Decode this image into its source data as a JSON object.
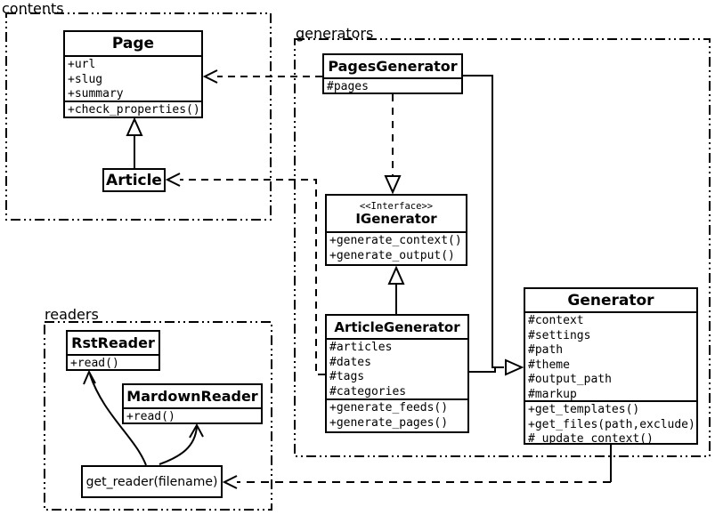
{
  "packages": {
    "contents": {
      "label": "contents"
    },
    "generators": {
      "label": "generators"
    },
    "readers": {
      "label": "readers"
    }
  },
  "classes": {
    "page": {
      "title": "Page",
      "attrs": [
        "+url",
        "+slug",
        "+summary"
      ],
      "methods": [
        "+check_properties()"
      ]
    },
    "article": {
      "title": "Article"
    },
    "pages_generator": {
      "title": "PagesGenerator",
      "attrs": [
        "#pages"
      ]
    },
    "igenerator": {
      "stereotype": "<<Interface>>",
      "title": "IGenerator",
      "methods": [
        "+generate_context()",
        "+generate_output()"
      ]
    },
    "article_generator": {
      "title": "ArticleGenerator",
      "attrs": [
        "#articles",
        "#dates",
        "#tags",
        "#categories"
      ],
      "methods": [
        "+generate_feeds()",
        "+generate_pages()"
      ]
    },
    "generator": {
      "title": "Generator",
      "attrs": [
        "#context",
        "#settings",
        "#path",
        "#theme",
        "#output_path",
        "#markup"
      ],
      "methods": [
        "+get_templates()",
        "+get_files(path,exclude)",
        "#_update_context()"
      ]
    },
    "rst_reader": {
      "title": "RstReader",
      "methods": [
        "+read()"
      ]
    },
    "mardown_reader": {
      "title": "MardownReader",
      "methods": [
        "+read()"
      ]
    },
    "get_reader": {
      "label": "get_reader(filename)"
    }
  },
  "colors": {
    "line": "#000000",
    "background": "#ffffff"
  }
}
